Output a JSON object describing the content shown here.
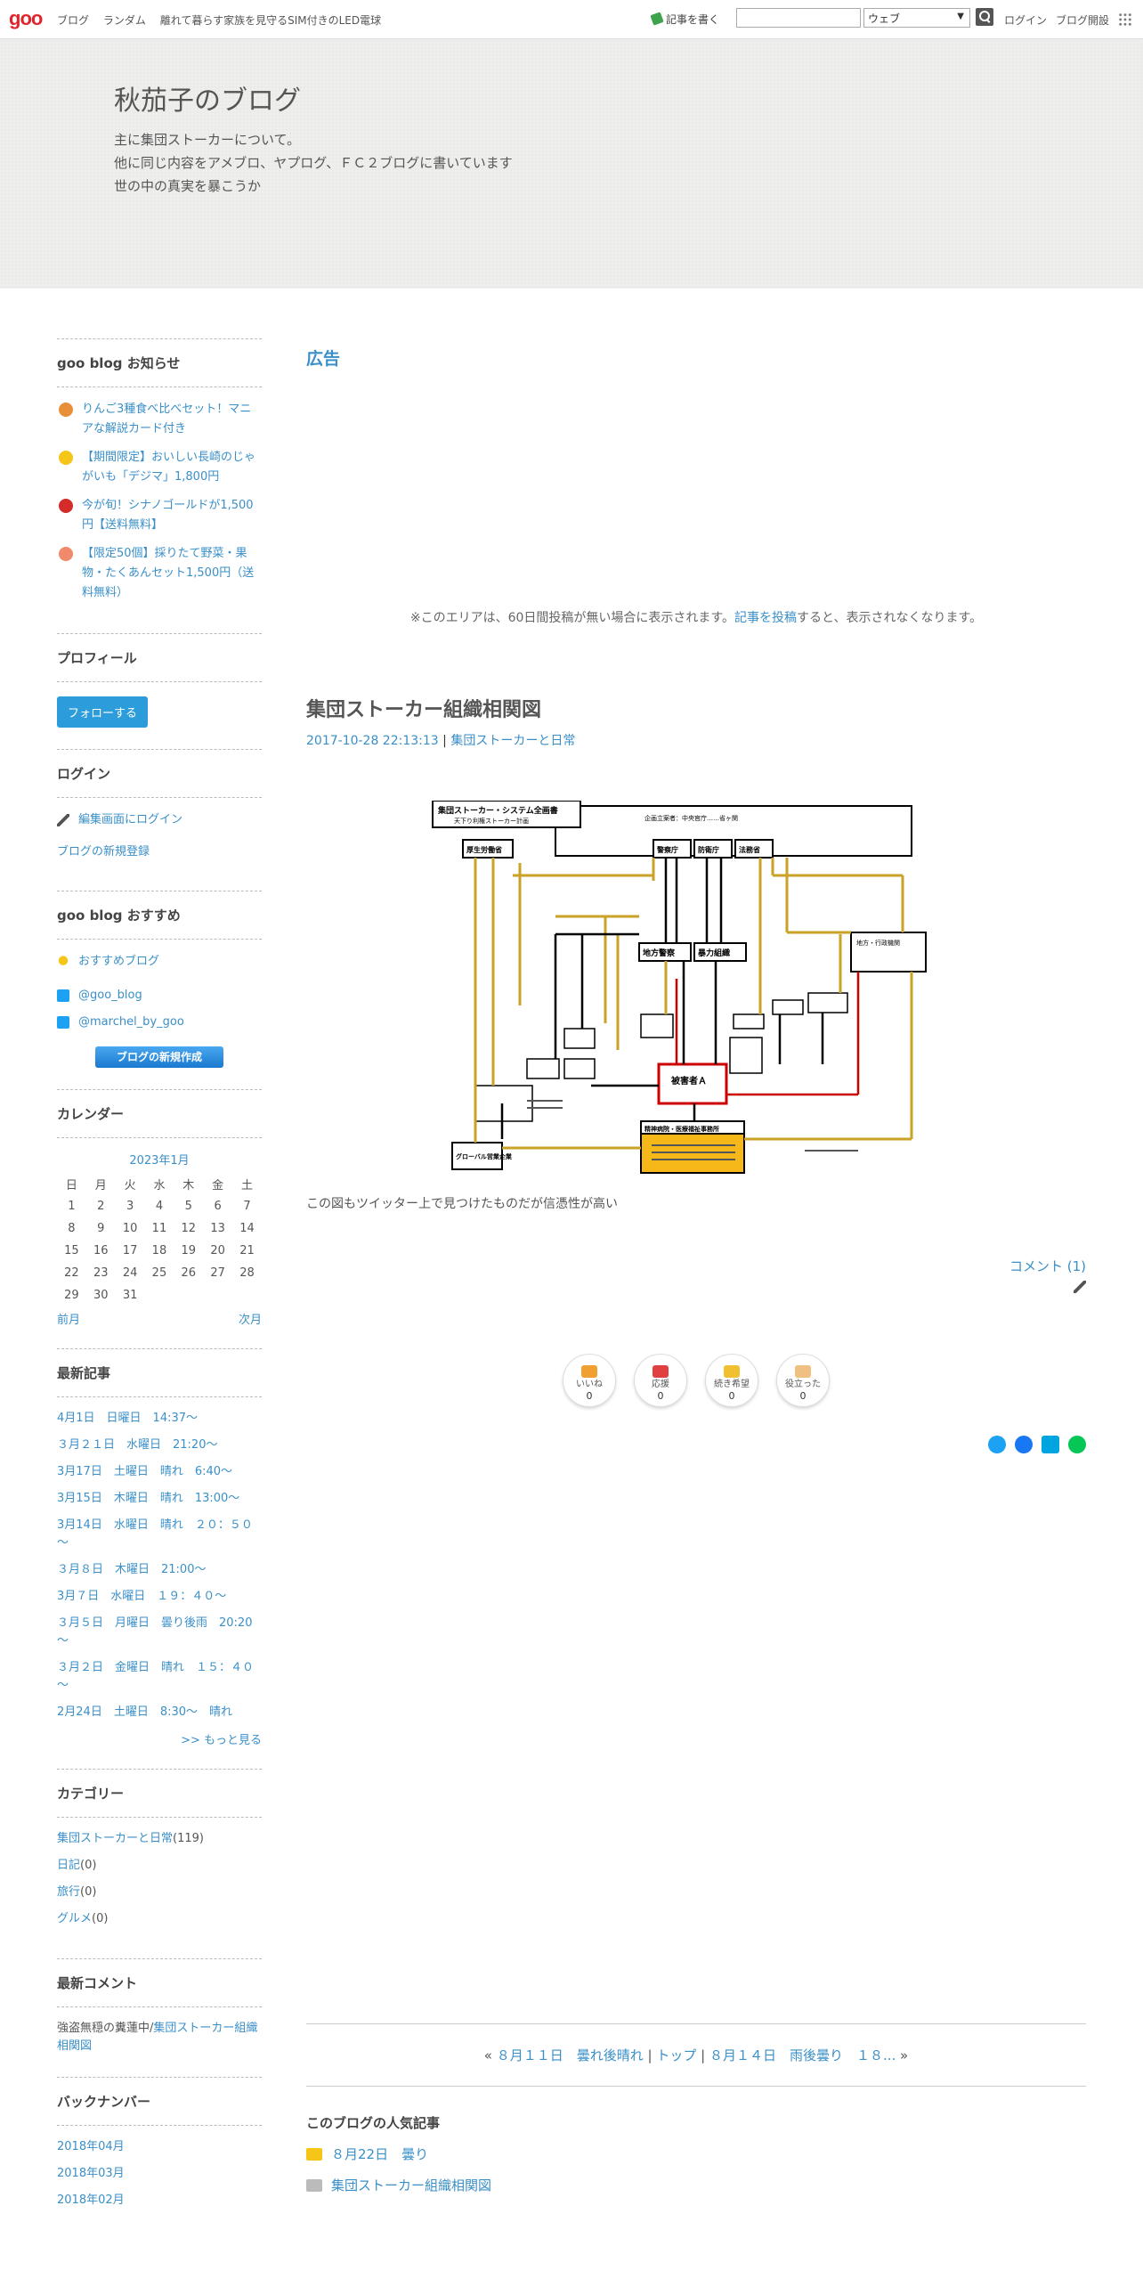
{
  "topbar": {
    "logo": "goo",
    "nav": [
      "ブログ",
      "ランダム",
      "離れて暮らす家族を見守るSIM付きのLED電球"
    ],
    "write": "記事を書く",
    "search_value": "",
    "search_scope": "ウェブ",
    "login": "ログイン",
    "open_blog": "ブログ開設"
  },
  "header": {
    "title": "秋茄子のブログ",
    "desc": [
      "主に集団ストーカーについて。",
      "他に同じ内容をアメブロ、ヤプログ、ＦＣ２ブログに書いています",
      "世の中の真実を暴こうか"
    ]
  },
  "sidebar": {
    "notices_title": "goo blog お知らせ",
    "notices": [
      {
        "text": "りんご3種食べ比べセット！マニアな解説カード付き",
        "color": "#e88f3a"
      },
      {
        "text": "【期間限定】おいしい長崎のじゃがいも「デジマ」1,800円",
        "color": "#f5c518"
      },
      {
        "text": "今が旬！シナノゴールドが1,500円【送料無料】",
        "color": "#d42b2b"
      },
      {
        "text": "【限定50個】採りたて野菜・果物・たくあんセット1,500円（送料無料）",
        "color": "#f08a6a"
      }
    ],
    "profile_title": "プロフィール",
    "follow_btn": "フォローする",
    "login_title": "ログイン",
    "login_edit": "編集画面にログイン",
    "login_new": "ブログの新規登録",
    "recommend_title": "goo blog おすすめ",
    "recommend_blog": "おすすめブログ",
    "twitter1": "@goo_blog",
    "twitter2": "@marchel_by_goo",
    "new_blog_btn": "ブログの新規作成",
    "calendar_title": "カレンダー",
    "calendar_month": "2023年1月",
    "weekdays": [
      "日",
      "月",
      "火",
      "水",
      "木",
      "金",
      "土"
    ],
    "weeks": [
      [
        "1",
        "2",
        "3",
        "4",
        "5",
        "6",
        "7"
      ],
      [
        "8",
        "9",
        "10",
        "11",
        "12",
        "13",
        "14"
      ],
      [
        "15",
        "16",
        "17",
        "18",
        "19",
        "20",
        "21"
      ],
      [
        "22",
        "23",
        "24",
        "25",
        "26",
        "27",
        "28"
      ],
      [
        "29",
        "30",
        "31",
        "",
        "",
        "",
        ""
      ]
    ],
    "cal_prev": "前月",
    "cal_next": "次月",
    "recent_title": "最新記事",
    "recent": [
      "4月1日　日曜日　14:37～",
      "３月２１日　水曜日　21:20～",
      "3月17日　土曜日　晴れ　6:40～",
      "3月15日　木曜日　晴れ　13:00～",
      "3月14日　水曜日　晴れ　２０：５０～",
      "３月８日　木曜日　21:00～",
      "3月７日　水曜日　１９：４０～",
      "３月５日　月曜日　曇り後雨　20:20～",
      "３月２日　金曜日　晴れ　１５：４０～",
      "2月24日　土曜日　8:30～　晴れ"
    ],
    "recent_more": ">> もっと見る",
    "category_title": "カテゴリー",
    "categories": [
      {
        "name": "集団ストーカーと日常",
        "count": "(119)"
      },
      {
        "name": "日記",
        "count": "(0)"
      },
      {
        "name": "旅行",
        "count": "(0)"
      },
      {
        "name": "グルメ",
        "count": "(0)"
      }
    ],
    "comments_title": "最新コメント",
    "comment_author": "強盗無穏の糞蓮中/",
    "comment_link": "集団ストーカー組織相関図",
    "backnumber_title": "バックナンバー",
    "backnumbers": [
      "2018年04月",
      "2018年03月",
      "2018年02月"
    ]
  },
  "main": {
    "ad_title": "広告",
    "ad_note_before": "※このエリアは、60日間投稿が無い場合に表示されます。",
    "ad_note_link": "記事を投稿",
    "ad_note_after": "すると、表示されなくなります。",
    "post_title": "集団ストーカー組織相関図",
    "post_date": "2017-10-28 22:13:13",
    "post_sep": "|",
    "post_category": "集団ストーカーと日常",
    "post_body": "この図もツイッター上で見つけたものだが信憑性が高い",
    "comment_link": "コメント (1)",
    "reactions": [
      {
        "label": "いいね",
        "count": "0",
        "color": "#f0a030"
      },
      {
        "label": "応援",
        "count": "0",
        "color": "#e04040"
      },
      {
        "label": "続き希望",
        "count": "0",
        "color": "#f0c030"
      },
      {
        "label": "役立った",
        "count": "0",
        "color": "#f0c080"
      }
    ],
    "pager_prev": "８月１１日　曇れ後晴れ",
    "pager_top": "トップ",
    "pager_next": "８月１４日　雨後曇り　１８...",
    "popular_title": "このブログの人気記事",
    "popular": [
      "８月22日　曇り",
      "集団ストーカー組織相関図"
    ]
  },
  "diagram": {
    "title": "集団ストーカー・システム全画書",
    "subtitle": "天下り利権ストーカー計画",
    "planner": "企画立案者：中央官庁……省ヶ関",
    "boxes": [
      "厚生労働省",
      "警察庁",
      "防衛庁",
      "法務省",
      "地方警察",
      "暴力組織",
      "被害者Ａ",
      "精神病院・医療福祉事務所",
      "グローバル営業企業",
      "地方・行政機関"
    ]
  }
}
